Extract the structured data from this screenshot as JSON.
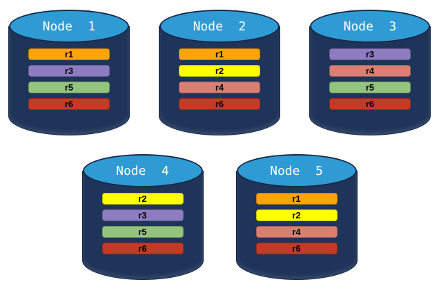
{
  "diagram": {
    "background": "#FFFFFF",
    "colors": {
      "cylinder_body": "#1F3459",
      "cylinder_top": "#2F9BD4",
      "cylinder_outline": "#17294A",
      "node_title_text": "#FFFFFF",
      "bar_text": "#000000"
    },
    "replica_colors": {
      "r1": "#FFA408",
      "r2": "#FFFF00",
      "r3": "#8E7CC3",
      "r4": "#D98072",
      "r5": "#92C47E",
      "r6": "#C43A27"
    },
    "rows": [
      {
        "nodes": [
          {
            "label": "Node 1",
            "replicas": [
              "r1",
              "r3",
              "r5",
              "r6"
            ]
          },
          {
            "label": "Node 2",
            "replicas": [
              "r1",
              "r2",
              "r4",
              "r6"
            ]
          },
          {
            "label": "Node 3",
            "replicas": [
              "r3",
              "r4",
              "r5",
              "r6"
            ]
          }
        ]
      },
      {
        "nodes": [
          {
            "label": "Node 4",
            "replicas": [
              "r2",
              "r3",
              "r5",
              "r6"
            ]
          },
          {
            "label": "Node 5",
            "replicas": [
              "r1",
              "r2",
              "r4",
              "r6"
            ]
          }
        ]
      }
    ]
  }
}
